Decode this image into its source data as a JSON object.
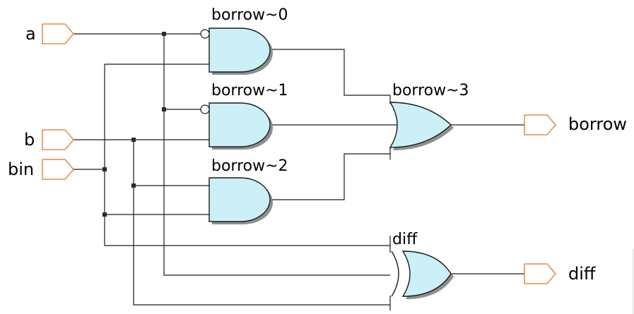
{
  "inputs": [
    {
      "id": "a",
      "label": "a"
    },
    {
      "id": "b",
      "label": "b"
    },
    {
      "id": "bin",
      "label": "bin"
    }
  ],
  "outputs": [
    {
      "id": "borrow",
      "label": "borrow"
    },
    {
      "id": "diff",
      "label": "diff"
    }
  ],
  "gates": [
    {
      "id": "borrow0",
      "label": "borrow~0",
      "type": "and"
    },
    {
      "id": "borrow1",
      "label": "borrow~1",
      "type": "and"
    },
    {
      "id": "borrow2",
      "label": "borrow~2",
      "type": "and"
    },
    {
      "id": "borrow3",
      "label": "borrow~3",
      "type": "or"
    },
    {
      "id": "diff",
      "label": "diff",
      "type": "xor"
    }
  ],
  "colors": {
    "gate_fill": "#cdeff7",
    "pin_stroke": "#d9782e",
    "wire": "#1a1a1a"
  }
}
